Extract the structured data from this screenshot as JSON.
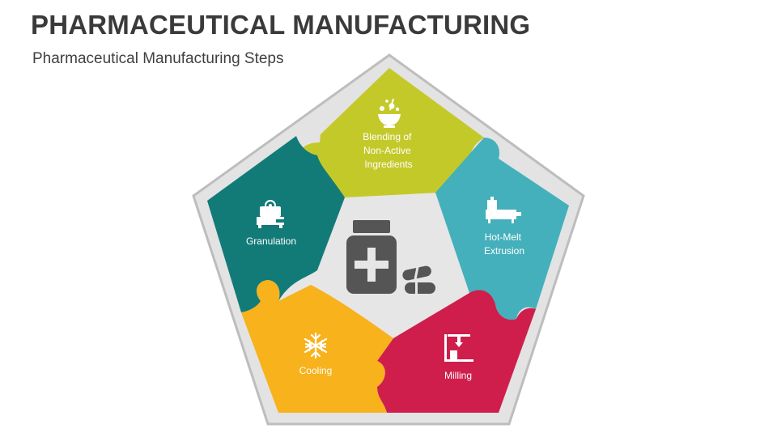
{
  "header": {
    "title": "PHARMACEUTICAL MANUFACTURING",
    "subtitle": "Pharmaceutical Manufacturing Steps"
  },
  "segments": [
    {
      "key": "blending",
      "lines": [
        "Blending of",
        "Non-Active",
        "Ingredients"
      ],
      "color": "#c4c92a",
      "icon": "mixing-bowl-icon"
    },
    {
      "key": "hot-melt",
      "lines": [
        "Hot-Melt",
        "Extrusion"
      ],
      "color": "#44b0bb",
      "icon": "extruder-machine-icon"
    },
    {
      "key": "milling",
      "lines": [
        "Milling"
      ],
      "color": "#cf1e4c",
      "icon": "milling-machine-icon"
    },
    {
      "key": "cooling",
      "lines": [
        "Cooling"
      ],
      "color": "#f7b21c",
      "icon": "snowflake-icon"
    },
    {
      "key": "granulation",
      "lines": [
        "Granulation"
      ],
      "color": "#127b78",
      "icon": "granulator-machine-icon"
    }
  ],
  "center": {
    "icon": "medicine-bottle-icon",
    "secondary_icon": "capsules-icon",
    "icon_color": "#555555",
    "background": "#e6e6e6"
  },
  "frame": {
    "fill": "#e3e3e3",
    "stroke": "#bdbdbd"
  }
}
